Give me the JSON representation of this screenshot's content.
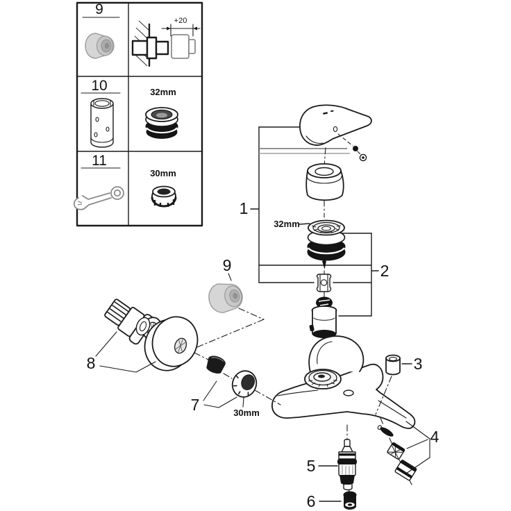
{
  "table": {
    "rows": [
      {
        "num": "9",
        "detail": "+20"
      },
      {
        "num": "10",
        "detail": "32mm"
      },
      {
        "num": "11",
        "detail": "30mm"
      }
    ]
  },
  "callouts": {
    "c1": "1",
    "c2": "2",
    "c3": "3",
    "c4": "4",
    "c5": "5",
    "c6": "6",
    "c7": "7",
    "c8": "8",
    "c9": "9"
  },
  "annotations": {
    "cartridge_ring_size": "32mm",
    "spout_nut_size": "30mm"
  },
  "colors": {
    "line": "#1a1a1a",
    "muted_line": "#8a8a8a",
    "gray_part_fill": "#cccccc",
    "dark_fill": "#141414",
    "background": "#ffffff"
  }
}
